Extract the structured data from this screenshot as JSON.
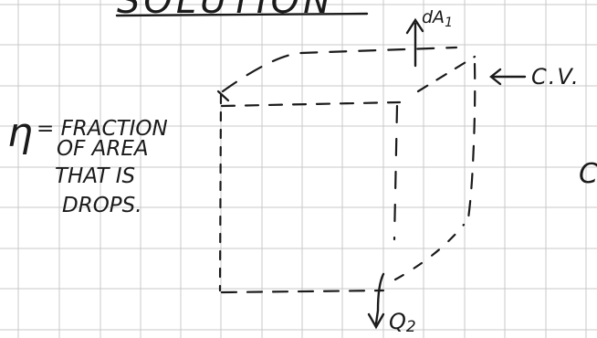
{
  "heading": "SOLUTION",
  "labels": {
    "dA1": "dA",
    "dA1_sub": "1",
    "cv": "C.V.",
    "q2": "Q",
    "q2_sub": "2",
    "cut_letter": "C"
  },
  "note": {
    "symbol": "η",
    "lines": [
      "= FRACTION",
      "OF AREA",
      "THAT IS",
      "DROPS."
    ]
  },
  "colors": {
    "ink": "#1a1a1a",
    "grid": "#c8c8c8",
    "paper": "#ffffff"
  }
}
